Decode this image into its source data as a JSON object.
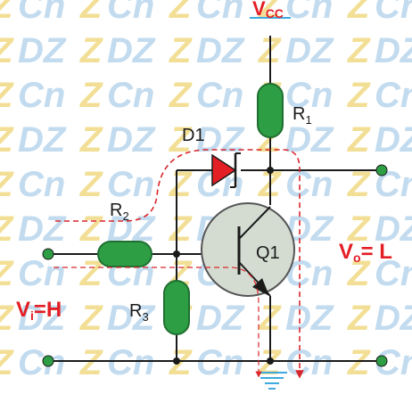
{
  "watermark": {
    "text_a": "DZ",
    "text_b": "Cn",
    "color": "#bcd8ee",
    "z_color": "#f1dc8a"
  },
  "labels": {
    "vcc_main": "V",
    "vcc_sub": "CC",
    "r1_main": "R",
    "r1_sub": "1",
    "d1": "D1",
    "r2_main": "R",
    "r2_sub": "2",
    "q1": "Q1",
    "r3_main": "R",
    "r3_sub": "3",
    "vi_main": "V",
    "vi_sub": "i",
    "vi_value": "=H",
    "vo_main": "V",
    "vo_sub": "o",
    "vo_value": "= L"
  },
  "colors": {
    "wire": "#1a1a1a",
    "resistor": "#2e9e45",
    "resistor_edge": "#1f6f31",
    "terminal": "#2e9e45",
    "transistor_fill": "#d4dcd2",
    "diode": "#e31e24",
    "label_red": "#e31e24",
    "current_path": "#d9262c",
    "ground": "#3fa9e0"
  }
}
